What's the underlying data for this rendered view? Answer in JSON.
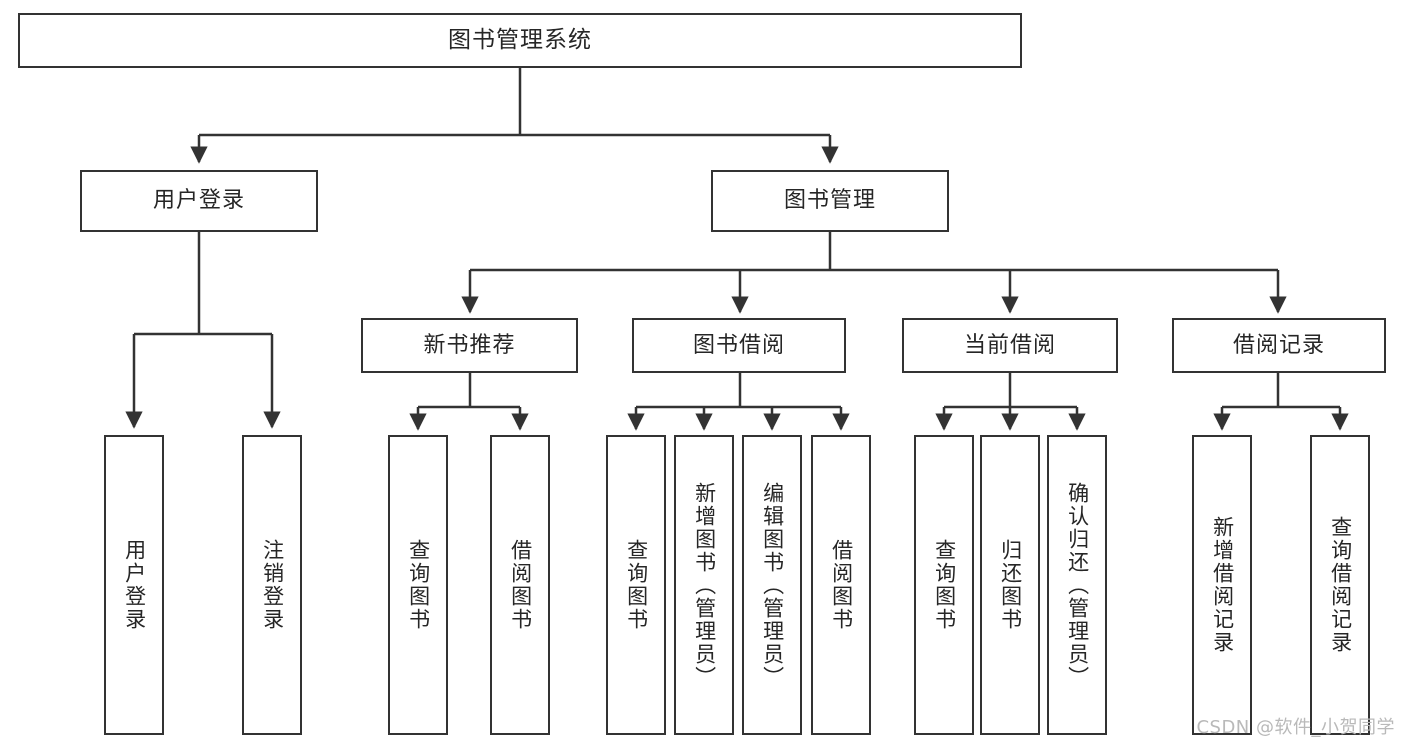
{
  "diagram": {
    "title": "图书管理系统",
    "watermark": "CSDN @软件_小贺同学",
    "colors": {
      "box_border": "#333333",
      "box_fill": "#ffffff",
      "connector": "#333333",
      "text": "#262626",
      "watermark": "#b9b9b9"
    },
    "levels": {
      "root": {
        "label": "图书管理系统"
      },
      "level1": [
        {
          "label": "用户登录"
        },
        {
          "label": "图书管理"
        }
      ],
      "level2": [
        {
          "label": "新书推荐"
        },
        {
          "label": "图书借阅"
        },
        {
          "label": "当前借阅"
        },
        {
          "label": "借阅记录"
        }
      ],
      "leaves": {
        "user_login": [
          {
            "label": "用户登录"
          },
          {
            "label": "注销登录"
          }
        ],
        "new_book_recommend": [
          {
            "label": "查询图书"
          },
          {
            "label": "借阅图书"
          }
        ],
        "book_borrow": [
          {
            "label": "查询图书"
          },
          {
            "label": "新增图书（管理员）"
          },
          {
            "label": "编辑图书（管理员）"
          },
          {
            "label": "借阅图书"
          }
        ],
        "current_borrow": [
          {
            "label": "查询图书"
          },
          {
            "label": "归还图书"
          },
          {
            "label": "确认归还（管理员）"
          }
        ],
        "borrow_record": [
          {
            "label": "新增借阅记录"
          },
          {
            "label": "查询借阅记录"
          }
        ]
      }
    }
  }
}
